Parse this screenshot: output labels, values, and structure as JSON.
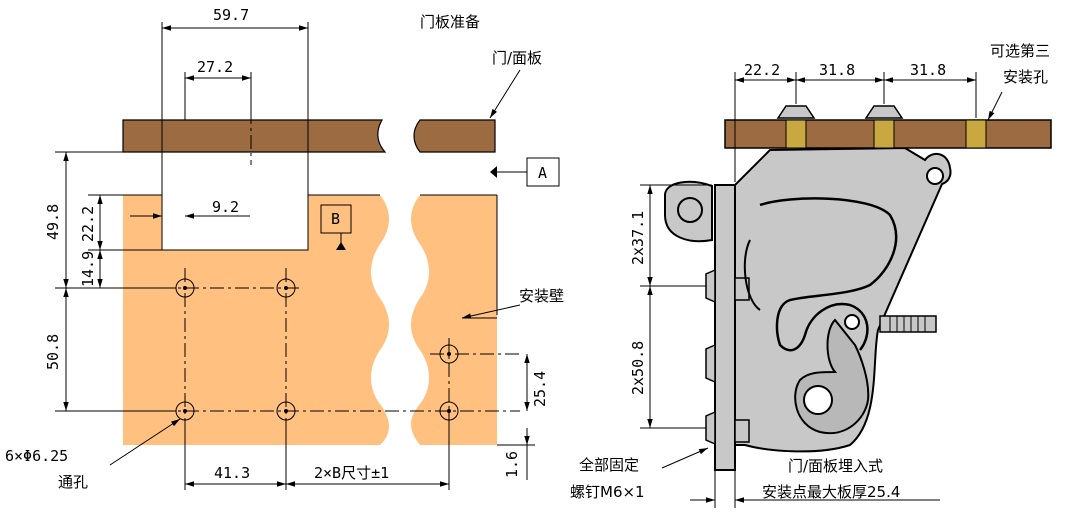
{
  "title": "门板准备",
  "left": {
    "door_panel_label": "门/面板",
    "datum_a": "A",
    "datum_b": "B",
    "mount_wall_label": "安装壁",
    "holes_label_1": "6×Φ6.25",
    "holes_label_2": "通孔",
    "dims": {
      "d59_7": "59.7",
      "d27_2": "27.2",
      "d9_2": "9.2",
      "d49_8": "49.8",
      "d22_2": "22.2",
      "d14_9": "14.9",
      "d50_8": "50.8",
      "d25_4": "25.4",
      "d1_6": "1.6",
      "d41_3": "41.3",
      "d2xb": "2×B尺寸±1"
    }
  },
  "right": {
    "optional_hole_1": "可选第三",
    "optional_hole_2": "安装孔",
    "dims": {
      "d22_2": "22.2",
      "d31_8a": "31.8",
      "d31_8b": "31.8",
      "d2x37_1": "2x37.1",
      "d2x50_8": "2x50.8"
    },
    "screws_label_1": "全部固定",
    "screws_label_2": "螺钉M6×1",
    "embed_label_1": "门/面板埋入式",
    "embed_label_2": "安装点最大板厚25.4"
  },
  "colors": {
    "panel_wood": "#9C6B42",
    "panel_orange": "#FFC080",
    "latch_grey": "#C8C8C8",
    "bushing_gold": "#C8A840"
  }
}
